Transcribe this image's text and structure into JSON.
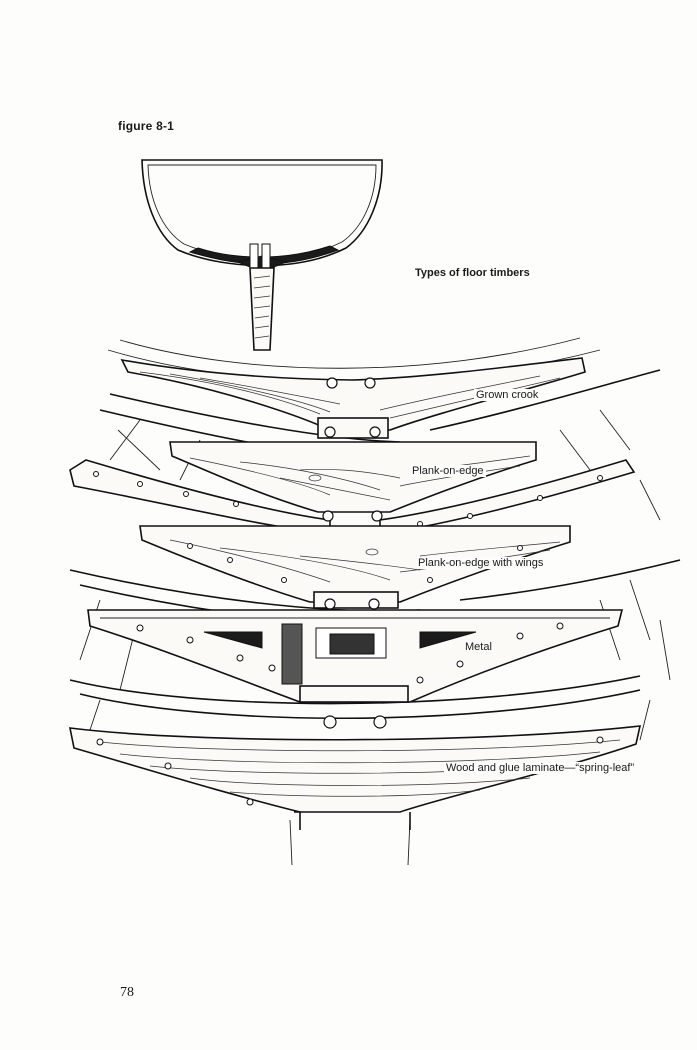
{
  "figure_label": "figure 8-1",
  "title": "Types of floor timbers",
  "callouts": {
    "grown_crook": "Grown crook",
    "plank_on_edge": "Plank-on-edge",
    "plank_on_edge_wings": "Plank-on-edge with wings",
    "metal": "Metal",
    "laminate": "Wood and glue laminate—“spring-leaf”"
  },
  "page_number": "78"
}
